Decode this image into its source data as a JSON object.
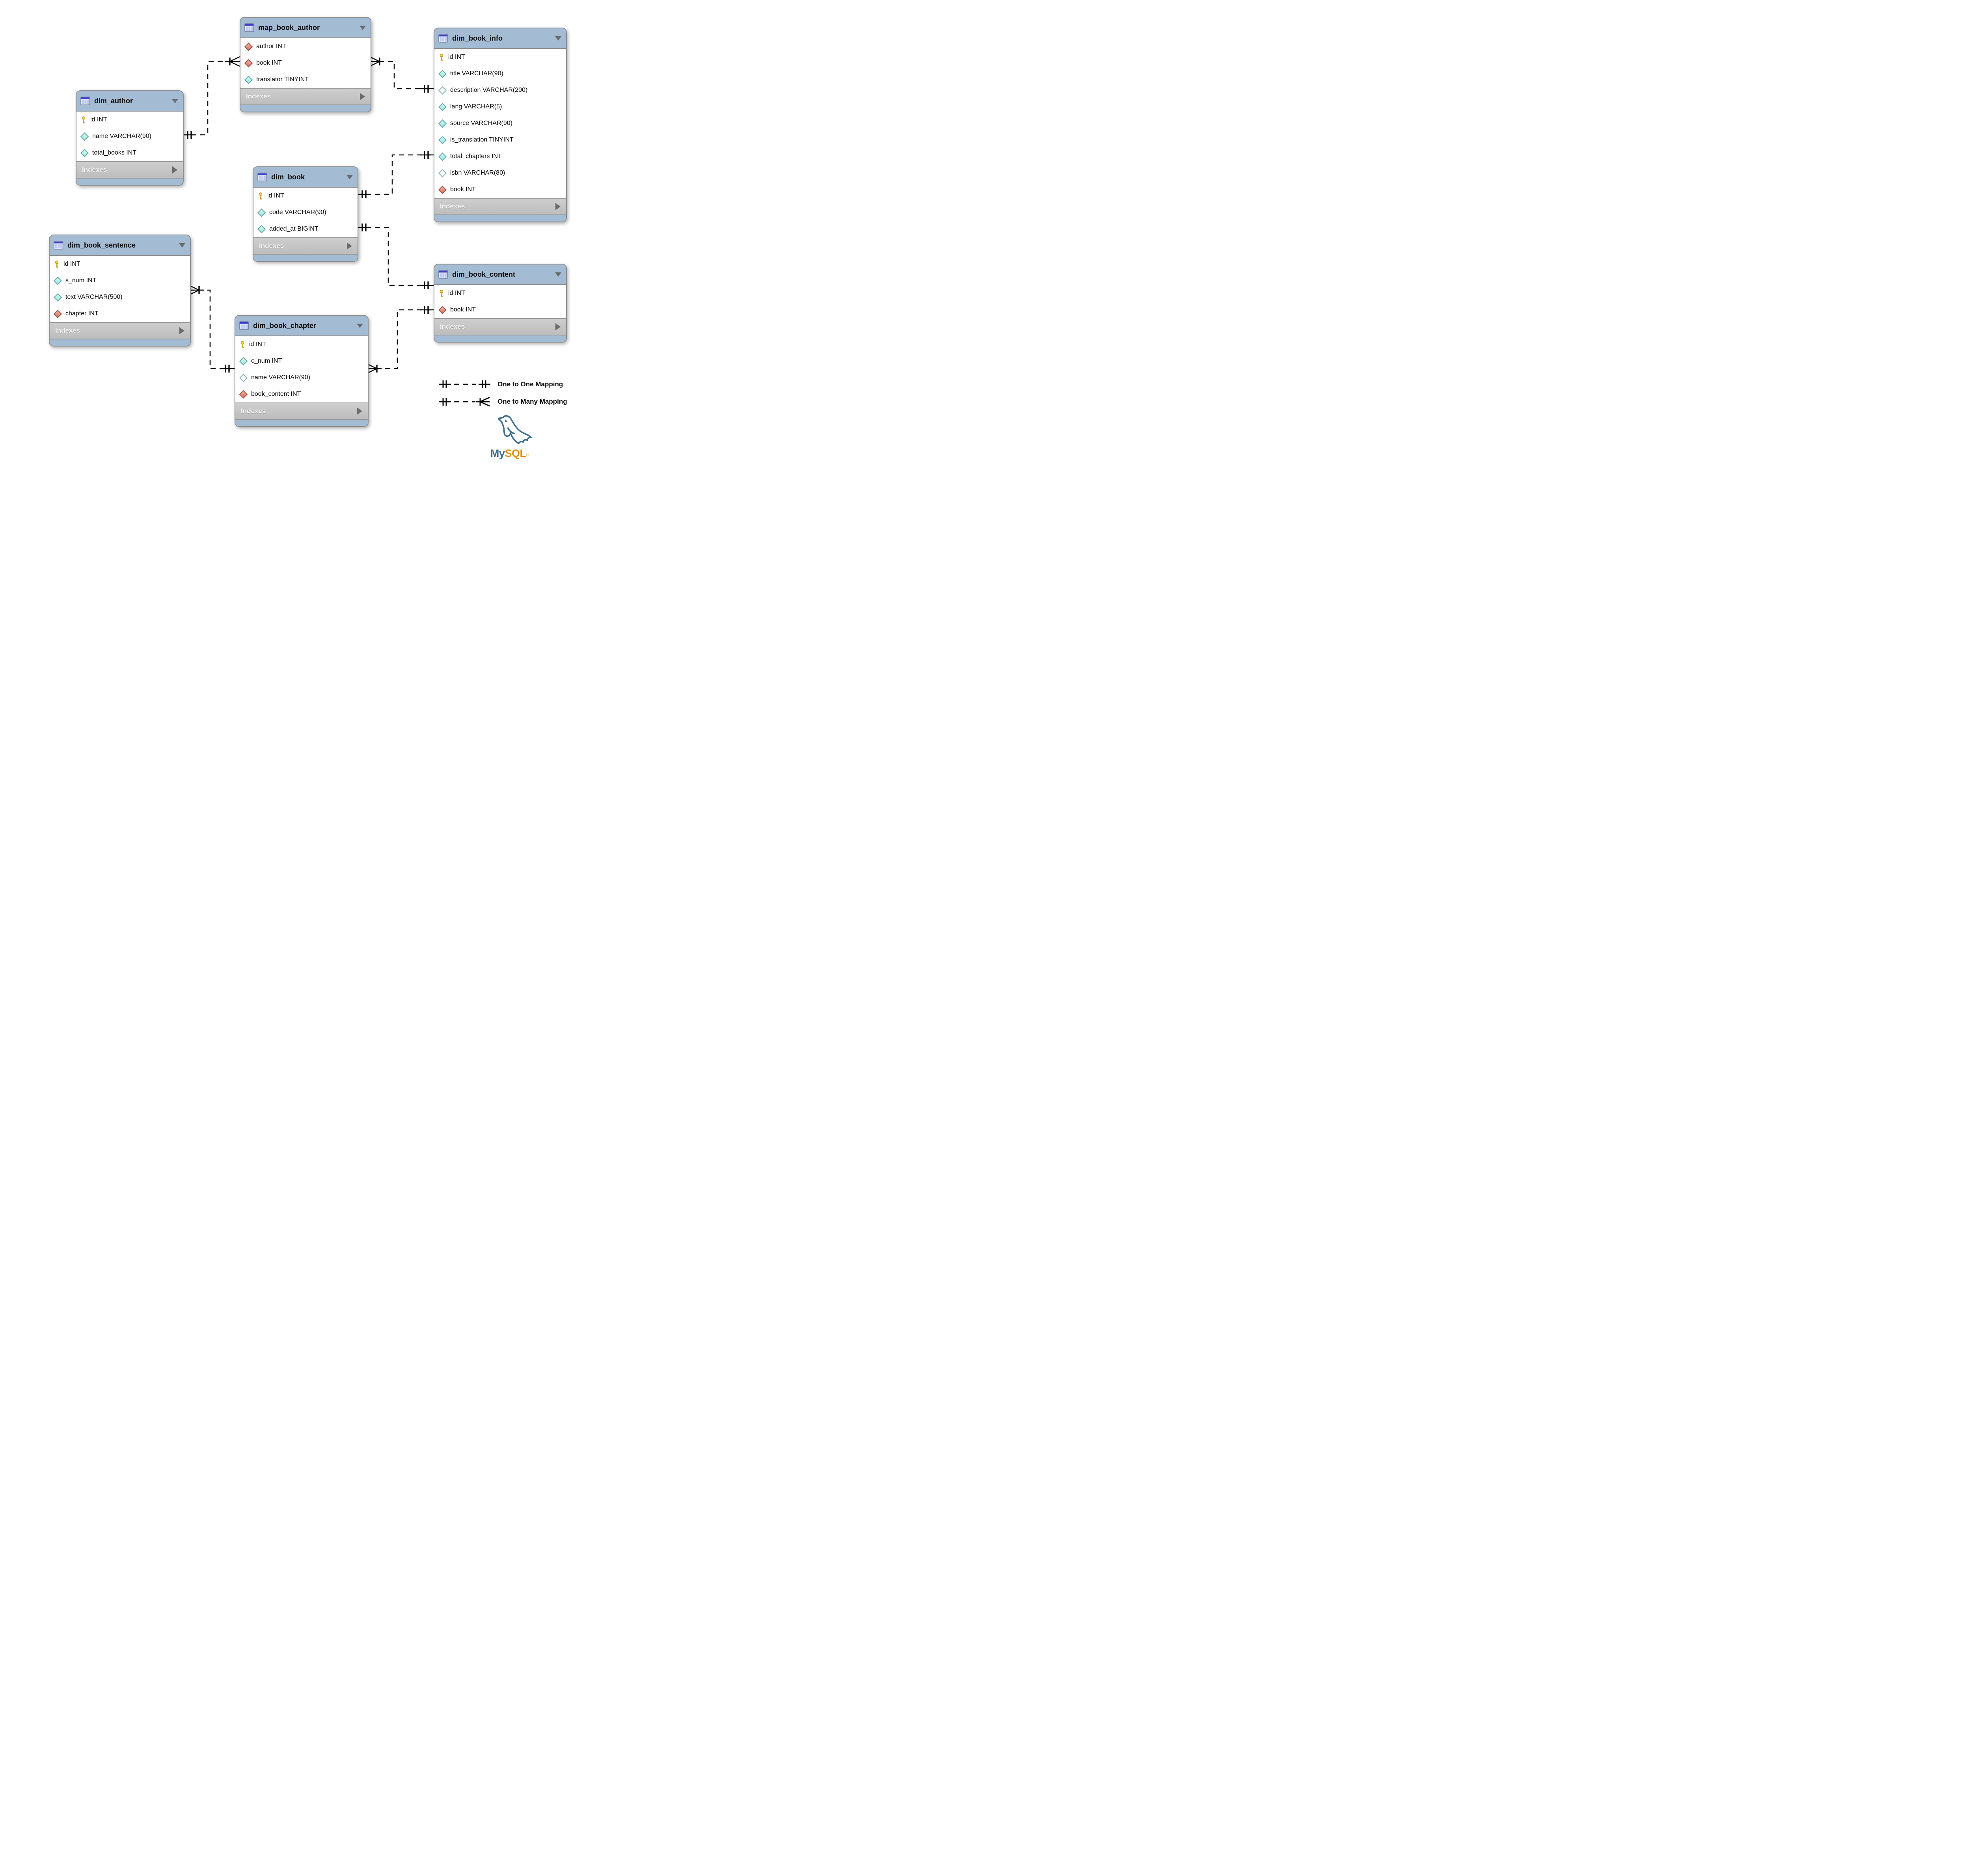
{
  "diagram": {
    "tables": [
      {
        "id": "map_book_author",
        "name": "map_book_author",
        "columns": [
          {
            "icon": "fk",
            "label": "author INT"
          },
          {
            "icon": "fk",
            "label": "book INT"
          },
          {
            "icon": "filled",
            "label": "translator TINYINT"
          }
        ],
        "indexes_label": "Indexes"
      },
      {
        "id": "dim_book_info",
        "name": "dim_book_info",
        "columns": [
          {
            "icon": "key",
            "label": "id INT"
          },
          {
            "icon": "filled",
            "label": "title VARCHAR(90)"
          },
          {
            "icon": "hollow",
            "label": "description VARCHAR(200)"
          },
          {
            "icon": "filled",
            "label": "lang VARCHAR(5)"
          },
          {
            "icon": "filled",
            "label": "source VARCHAR(90)"
          },
          {
            "icon": "filled",
            "label": "is_translation TINYINT"
          },
          {
            "icon": "filled",
            "label": "total_chapters INT"
          },
          {
            "icon": "hollow",
            "label": "isbn VARCHAR(80)"
          },
          {
            "icon": "fk",
            "label": "book INT"
          }
        ],
        "indexes_label": "Indexes"
      },
      {
        "id": "dim_author",
        "name": "dim_author",
        "columns": [
          {
            "icon": "key",
            "label": "id INT"
          },
          {
            "icon": "filled",
            "label": "name VARCHAR(90)"
          },
          {
            "icon": "filled",
            "label": "total_books INT"
          }
        ],
        "indexes_label": "Indexes"
      },
      {
        "id": "dim_book",
        "name": "dim_book",
        "columns": [
          {
            "icon": "key",
            "label": "id INT"
          },
          {
            "icon": "filled",
            "label": "code VARCHAR(90)"
          },
          {
            "icon": "filled",
            "label": "added_at BIGINT"
          }
        ],
        "indexes_label": "Indexes"
      },
      {
        "id": "dim_book_sentence",
        "name": "dim_book_sentence",
        "columns": [
          {
            "icon": "key",
            "label": "id INT"
          },
          {
            "icon": "filled",
            "label": "s_num INT"
          },
          {
            "icon": "filled",
            "label": "text VARCHAR(500)"
          },
          {
            "icon": "fk",
            "label": "chapter INT"
          }
        ],
        "indexes_label": "Indexes"
      },
      {
        "id": "dim_book_chapter",
        "name": "dim_book_chapter",
        "columns": [
          {
            "icon": "key",
            "label": "id INT"
          },
          {
            "icon": "filled",
            "label": "c_num INT"
          },
          {
            "icon": "hollow",
            "label": "name VARCHAR(90)"
          },
          {
            "icon": "fk",
            "label": "book_content INT"
          }
        ],
        "indexes_label": "Indexes"
      },
      {
        "id": "dim_book_content",
        "name": "dim_book_content",
        "columns": [
          {
            "icon": "key",
            "label": "id INT"
          },
          {
            "icon": "fk",
            "label": "book INT"
          }
        ],
        "indexes_label": "Indexes"
      }
    ],
    "relationships": [
      {
        "one": "dim_author",
        "many": "map_book_author",
        "type": "one-to-many"
      },
      {
        "one": "dim_book_info",
        "many": "map_book_author",
        "type": "one-to-many"
      },
      {
        "one": "dim_book",
        "other": "dim_book_info",
        "type": "one-to-one"
      },
      {
        "one": "dim_book",
        "other": "dim_book_content",
        "type": "one-to-one"
      },
      {
        "one": "dim_book_chapter",
        "many": "dim_book_sentence",
        "type": "one-to-many"
      },
      {
        "one": "dim_book_content",
        "many": "dim_book_chapter",
        "type": "one-to-many"
      }
    ],
    "legend": [
      {
        "type": "one-to-one",
        "label": "One to One Mapping"
      },
      {
        "type": "one-to-many",
        "label": "One to Many Mapping"
      }
    ],
    "logo": {
      "text_my": "My",
      "text_sql": "SQL",
      "registered": "®"
    },
    "colors": {
      "header_blue": "#a3bbd3",
      "indexes_gray": "#c4c4c4",
      "body_white": "#ffffff",
      "border_gray": "#8e8e8e",
      "line_black": "#0a0a0a",
      "diamond_cyan": "#96e5e1",
      "diamond_red": "#d4705e",
      "key_gold": "#f3d04e",
      "logo_blue": "#3c6e91",
      "logo_orange": "#e3910c"
    }
  }
}
